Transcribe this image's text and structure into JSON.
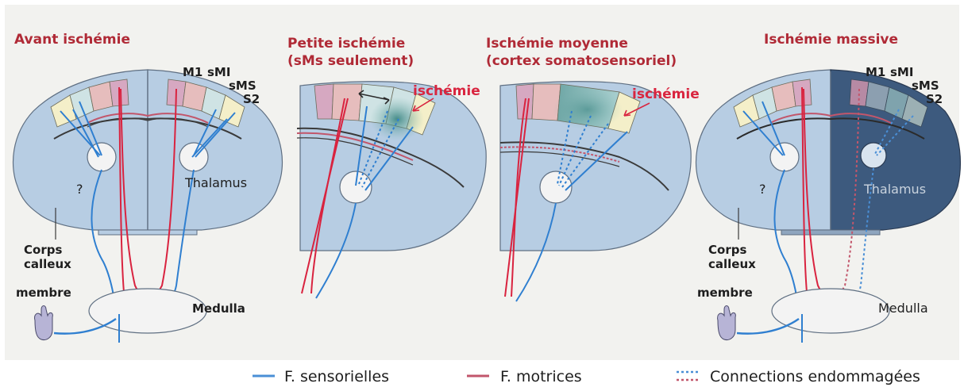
{
  "panels": [
    {
      "title": "Avant ischémie",
      "labels": {
        "m1": "M1",
        "smi": "sMI",
        "sms": "sMS",
        "s2": "S2",
        "thalamus": "Thalamus",
        "question": "?",
        "corps": "Corps",
        "calleux": "calleux",
        "membre": "membre",
        "medulla": "Medulla"
      }
    },
    {
      "title_line1": "Petite ischémie",
      "title_line2": "(sMs seulement)",
      "ischemie_label": "ischémie"
    },
    {
      "title_line1": "Ischémie moyenne",
      "title_line2": "(cortex somatosensoriel)",
      "ischemie_label": "ischémie"
    },
    {
      "title": "Ischémie massive",
      "labels": {
        "m1": "M1",
        "smi": "sMI",
        "sms": "sMS",
        "s2": "S2",
        "thalamus": "Thalamus",
        "question": "?",
        "corps": "Corps",
        "calleux": "calleux",
        "membre": "membre",
        "medulla": "Medulla"
      }
    }
  ],
  "legend": [
    {
      "label": "F. sensorielles",
      "color": "#4a8fd6",
      "style": "solid"
    },
    {
      "label": "F. motrices",
      "color": "#c2566b",
      "style": "solid"
    },
    {
      "label": "Connections endommagées",
      "colors": [
        "#4a8fd6",
        "#c2566b"
      ],
      "style": "dotted"
    }
  ],
  "colors": {
    "brain": "#b7cde3",
    "brain_dark": "#3d5a7e",
    "motor": "#d9233f",
    "sensory": "#2f7fd0",
    "title": "#b02a36"
  }
}
